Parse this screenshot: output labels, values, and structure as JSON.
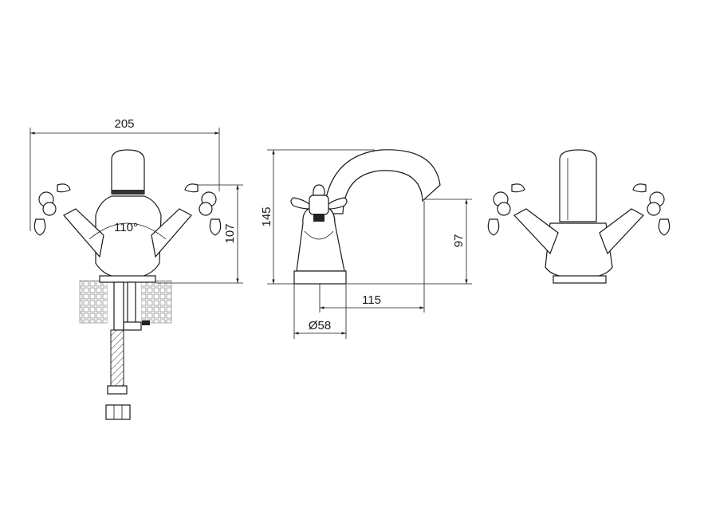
{
  "dimensions": {
    "overall_width": "205",
    "overall_height": "145",
    "handle_height": "107",
    "spout_height": "97",
    "spout_reach": "115",
    "base_diameter": "Ø58",
    "handle_angle": "110°"
  }
}
